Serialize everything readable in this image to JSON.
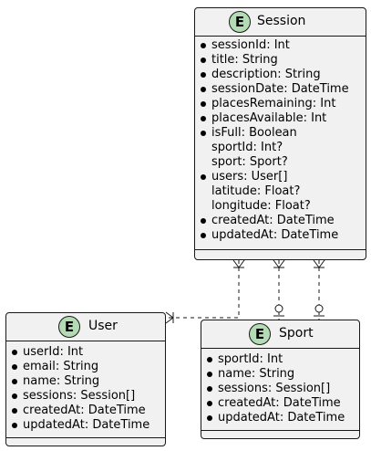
{
  "entities": {
    "session": {
      "icon": "E",
      "name": "Session",
      "fields": [
        {
          "text": "sessionId: Int",
          "mandatory": true
        },
        {
          "text": "title: String",
          "mandatory": true
        },
        {
          "text": "description: String",
          "mandatory": true
        },
        {
          "text": "sessionDate: DateTime",
          "mandatory": true
        },
        {
          "text": "placesRemaining: Int",
          "mandatory": true
        },
        {
          "text": "placesAvailable: Int",
          "mandatory": true
        },
        {
          "text": "isFull: Boolean",
          "mandatory": true
        },
        {
          "text": "sportId: Int?",
          "mandatory": false
        },
        {
          "text": "sport: Sport?",
          "mandatory": false
        },
        {
          "text": "users: User[]",
          "mandatory": true
        },
        {
          "text": "latitude: Float?",
          "mandatory": false
        },
        {
          "text": "longitude: Float?",
          "mandatory": false
        },
        {
          "text": "createdAt: DateTime",
          "mandatory": true
        },
        {
          "text": "updatedAt: DateTime",
          "mandatory": true
        }
      ]
    },
    "user": {
      "icon": "E",
      "name": "User",
      "fields": [
        {
          "text": "userId: Int",
          "mandatory": true
        },
        {
          "text": "email: String",
          "mandatory": true
        },
        {
          "text": "name: String",
          "mandatory": true
        },
        {
          "text": "sessions: Session[]",
          "mandatory": true
        },
        {
          "text": "createdAt: DateTime",
          "mandatory": true
        },
        {
          "text": "updatedAt: DateTime",
          "mandatory": true
        }
      ]
    },
    "sport": {
      "icon": "E",
      "name": "Sport",
      "fields": [
        {
          "text": "sportId: Int",
          "mandatory": true
        },
        {
          "text": "name: String",
          "mandatory": true
        },
        {
          "text": "sessions: Session[]",
          "mandatory": true
        },
        {
          "text": "createdAt: DateTime",
          "mandatory": true
        },
        {
          "text": "updatedAt: DateTime",
          "mandatory": true
        }
      ]
    }
  },
  "relationships": [
    {
      "from": "session",
      "to": "user",
      "from_end": "one-or-many",
      "to_end": "one-or-many",
      "line": "dashed"
    },
    {
      "from": "session",
      "to": "sport",
      "from_end": "one-or-many",
      "to_end": "zero-or-one",
      "line": "dashed"
    },
    {
      "from": "session",
      "to": "sport",
      "from_end": "one-or-many",
      "to_end": "zero-or-one",
      "line": "dashed"
    }
  ],
  "colors": {
    "entity_fill": "#f1f1f1",
    "entity_border": "#181818",
    "icon_fill": "#b4dcb4"
  }
}
